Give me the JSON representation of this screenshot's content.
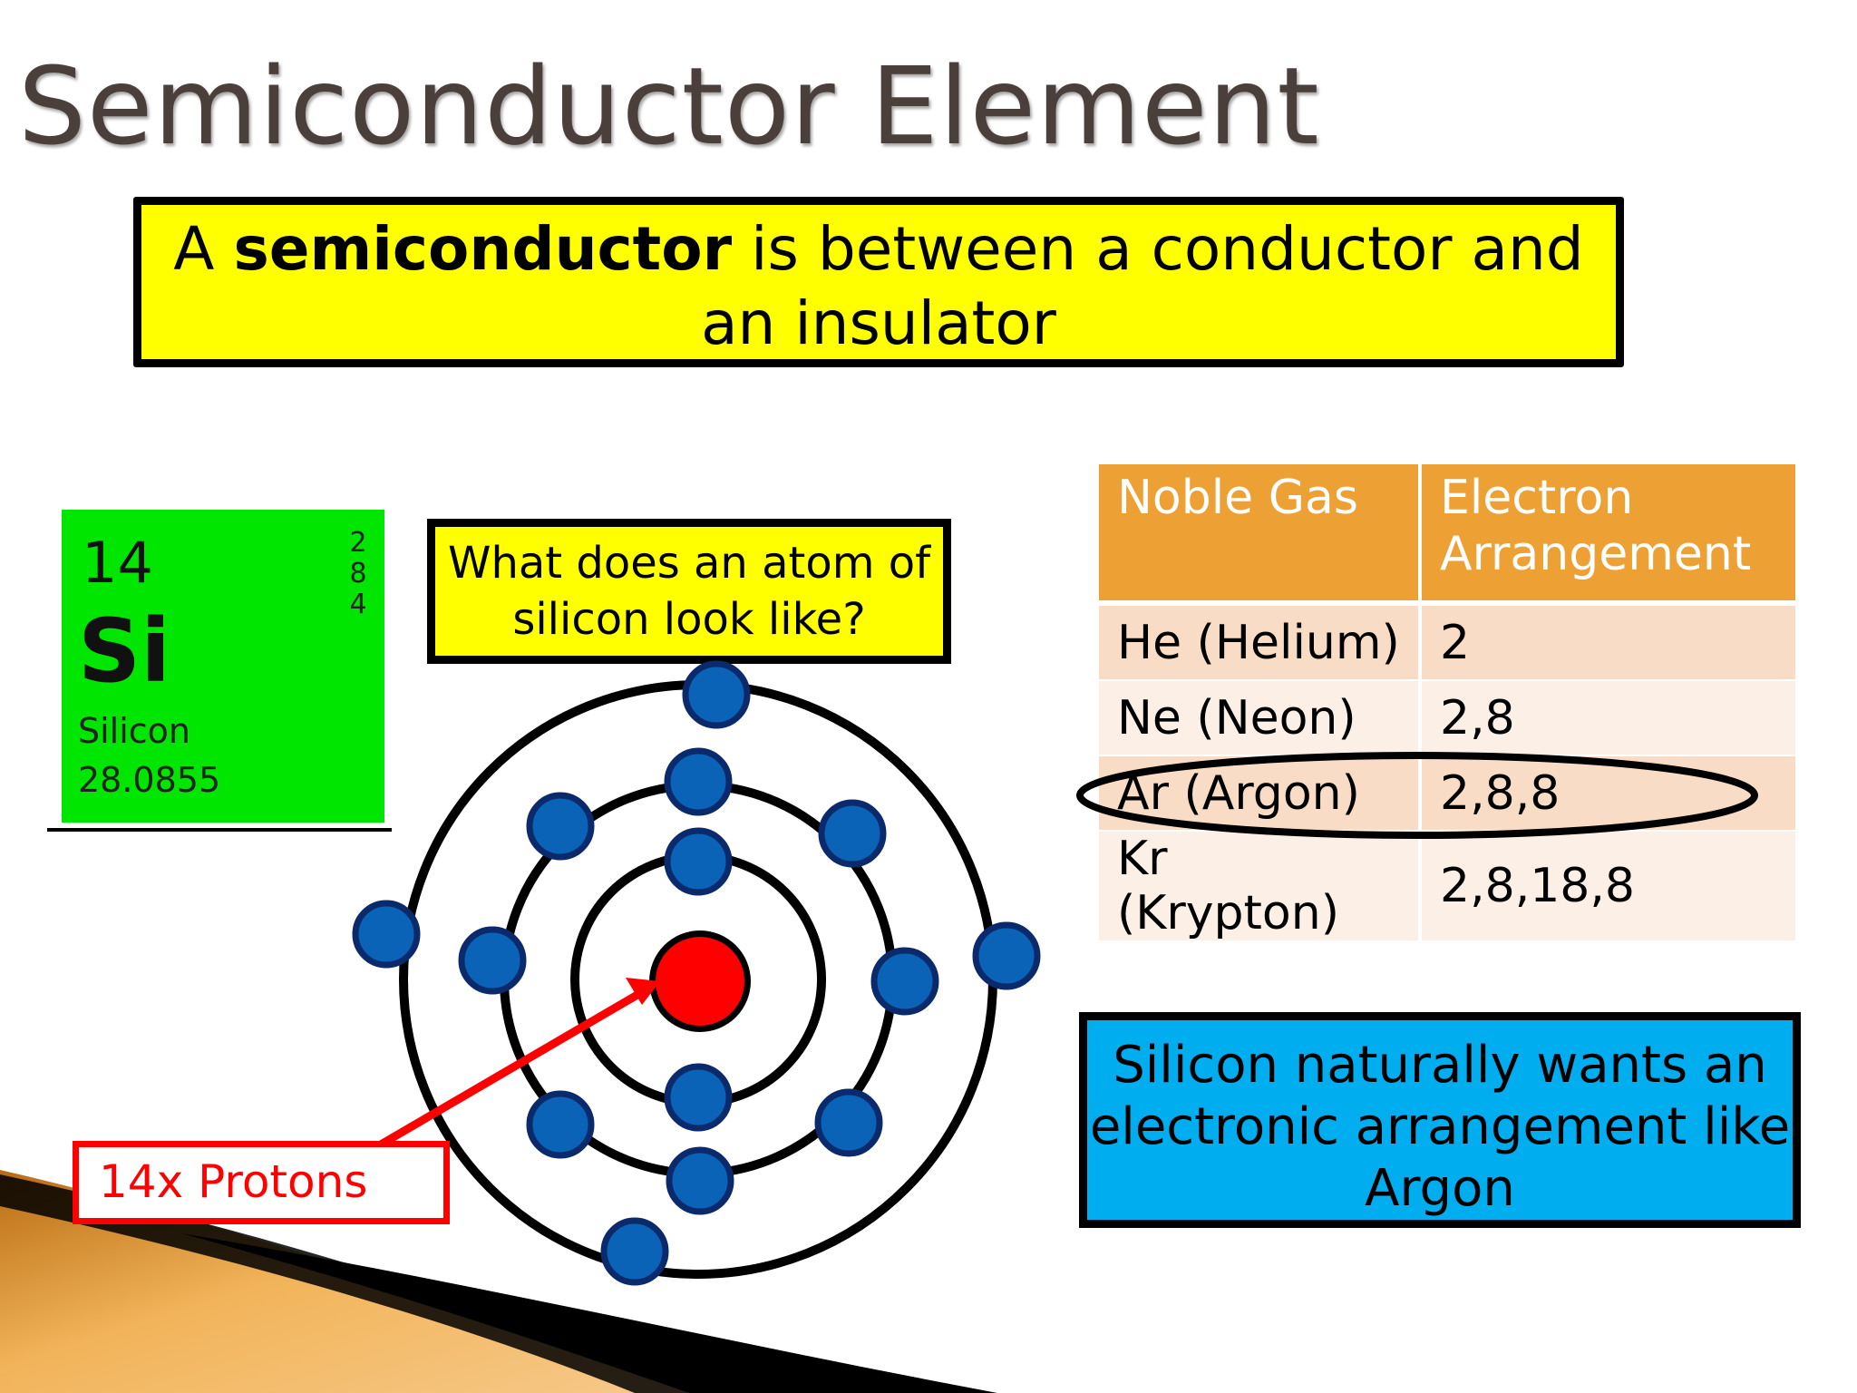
{
  "title": "Semiconductor Element",
  "definition": {
    "prefix": "A ",
    "term": "semiconductor",
    "rest": " is between a conductor and an insulator"
  },
  "element_tile": {
    "atomic_number": "14",
    "symbol": "Si",
    "name": "Silicon",
    "atomic_mass": "28.0855",
    "shells": [
      "2",
      "8",
      "4"
    ],
    "color": "#00e600"
  },
  "question": "What does an atom of silicon look like?",
  "protons_label": "14x Protons",
  "atom_diagram": {
    "nucleus_color": "#ff0000",
    "electron_color": "#0b63b8",
    "shells": [
      2,
      8,
      4
    ]
  },
  "noble_gas_table": {
    "headers": [
      "Noble Gas",
      "Electron Arrangement"
    ],
    "rows": [
      [
        "He (Helium)",
        "2"
      ],
      [
        "Ne (Neon)",
        "2,8"
      ],
      [
        "Ar (Argon)",
        "2,8,8"
      ],
      [
        "Kr (Krypton)",
        "2,8,18,8"
      ]
    ],
    "highlighted_row": "Ar (Argon)",
    "header_color": "#eda135"
  },
  "conclusion": "Silicon naturally wants an electronic arrangement like Argon"
}
